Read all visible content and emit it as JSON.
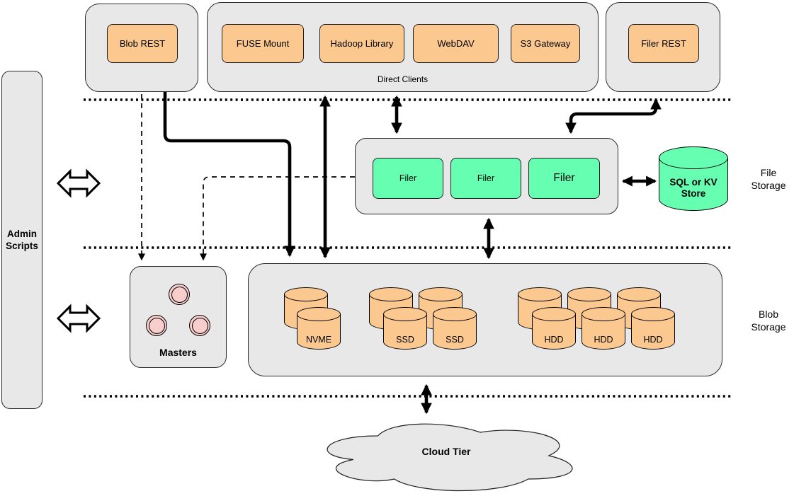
{
  "colors": {
    "panel_fill": "#E8E8E8",
    "client_fill": "#FBC890",
    "filer_fill": "#66FFB2",
    "store_fill": "#66FFB2",
    "master_fill": "#F8CECC",
    "line": "#000000"
  },
  "top_row": {
    "blob_rest_label": "Blob REST",
    "direct_clients": {
      "caption": "Direct Clients",
      "clients": [
        "FUSE Mount",
        "Hadoop Library",
        "WebDAV",
        "S3 Gateway"
      ]
    },
    "filer_rest_label": "Filer REST"
  },
  "admin": {
    "label": "Admin\nScripts"
  },
  "file_tier": {
    "filers": [
      "Filer",
      "Filer",
      "Filer"
    ],
    "store_label": "SQL or KV\nStore",
    "side_label": "File\nStorage"
  },
  "masters": {
    "label": "Masters"
  },
  "blob_tier": {
    "side_label": "Blob\nStorage",
    "nvme": [
      "NVME"
    ],
    "ssd": [
      "SSD",
      "SSD"
    ],
    "hdd": [
      "HDD",
      "HDD",
      "HDD"
    ]
  },
  "cloud": {
    "label": "Cloud Tier"
  }
}
